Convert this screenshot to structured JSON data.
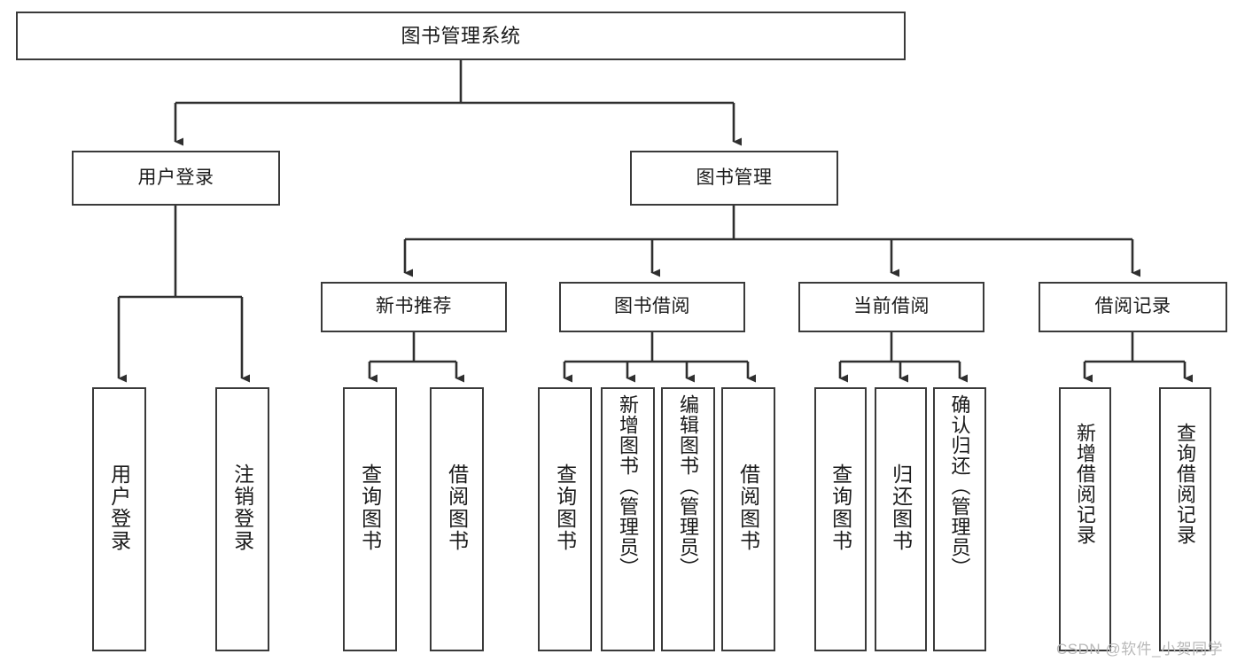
{
  "diagram": {
    "type": "tree",
    "title": "图书管理系统",
    "root": {
      "id": "root",
      "label": "图书管理系统"
    },
    "level2": [
      {
        "id": "user-login",
        "label": "用户登录"
      },
      {
        "id": "book-manage",
        "label": "图书管理"
      }
    ],
    "level3": [
      {
        "id": "new-book-recommend",
        "label": "新书推荐"
      },
      {
        "id": "book-borrow",
        "label": "图书借阅"
      },
      {
        "id": "current-borrow",
        "label": "当前借阅"
      },
      {
        "id": "borrow-record",
        "label": "借阅记录"
      }
    ],
    "leaves": [
      {
        "id": "leaf-user-login",
        "label": "用户登录",
        "parent": "user-login"
      },
      {
        "id": "leaf-logout-login",
        "label": "注销登录",
        "parent": "user-login"
      },
      {
        "id": "leaf-query-book-1",
        "label": "查询图书",
        "parent": "new-book-recommend"
      },
      {
        "id": "leaf-borrow-book-1",
        "label": "借阅图书",
        "parent": "new-book-recommend"
      },
      {
        "id": "leaf-query-book-2",
        "label": "查询图书",
        "parent": "book-borrow"
      },
      {
        "id": "leaf-add-book",
        "label": "新增图书（管理员）",
        "parent": "book-borrow"
      },
      {
        "id": "leaf-edit-book",
        "label": "编辑图书（管理员）",
        "parent": "book-borrow"
      },
      {
        "id": "leaf-borrow-book-2",
        "label": "借阅图书",
        "parent": "book-borrow"
      },
      {
        "id": "leaf-query-book-3",
        "label": "查询图书",
        "parent": "current-borrow"
      },
      {
        "id": "leaf-return-book",
        "label": "归还图书",
        "parent": "current-borrow"
      },
      {
        "id": "leaf-confirm-return",
        "label": "确认归还（管理员）",
        "parent": "current-borrow"
      },
      {
        "id": "leaf-add-record",
        "label": "新增借阅记录",
        "parent": "borrow-record"
      },
      {
        "id": "leaf-query-record",
        "label": "查询借阅记录",
        "parent": "borrow-record"
      }
    ],
    "colors": {
      "box_border": "#3a3a3a",
      "box_fill": "#ffffff",
      "edge": "#2f2f2f",
      "text": "#1b1b1b",
      "watermark": "#b9b9b9"
    }
  },
  "watermark": {
    "text": "CSDN @软件_小贺同学"
  }
}
